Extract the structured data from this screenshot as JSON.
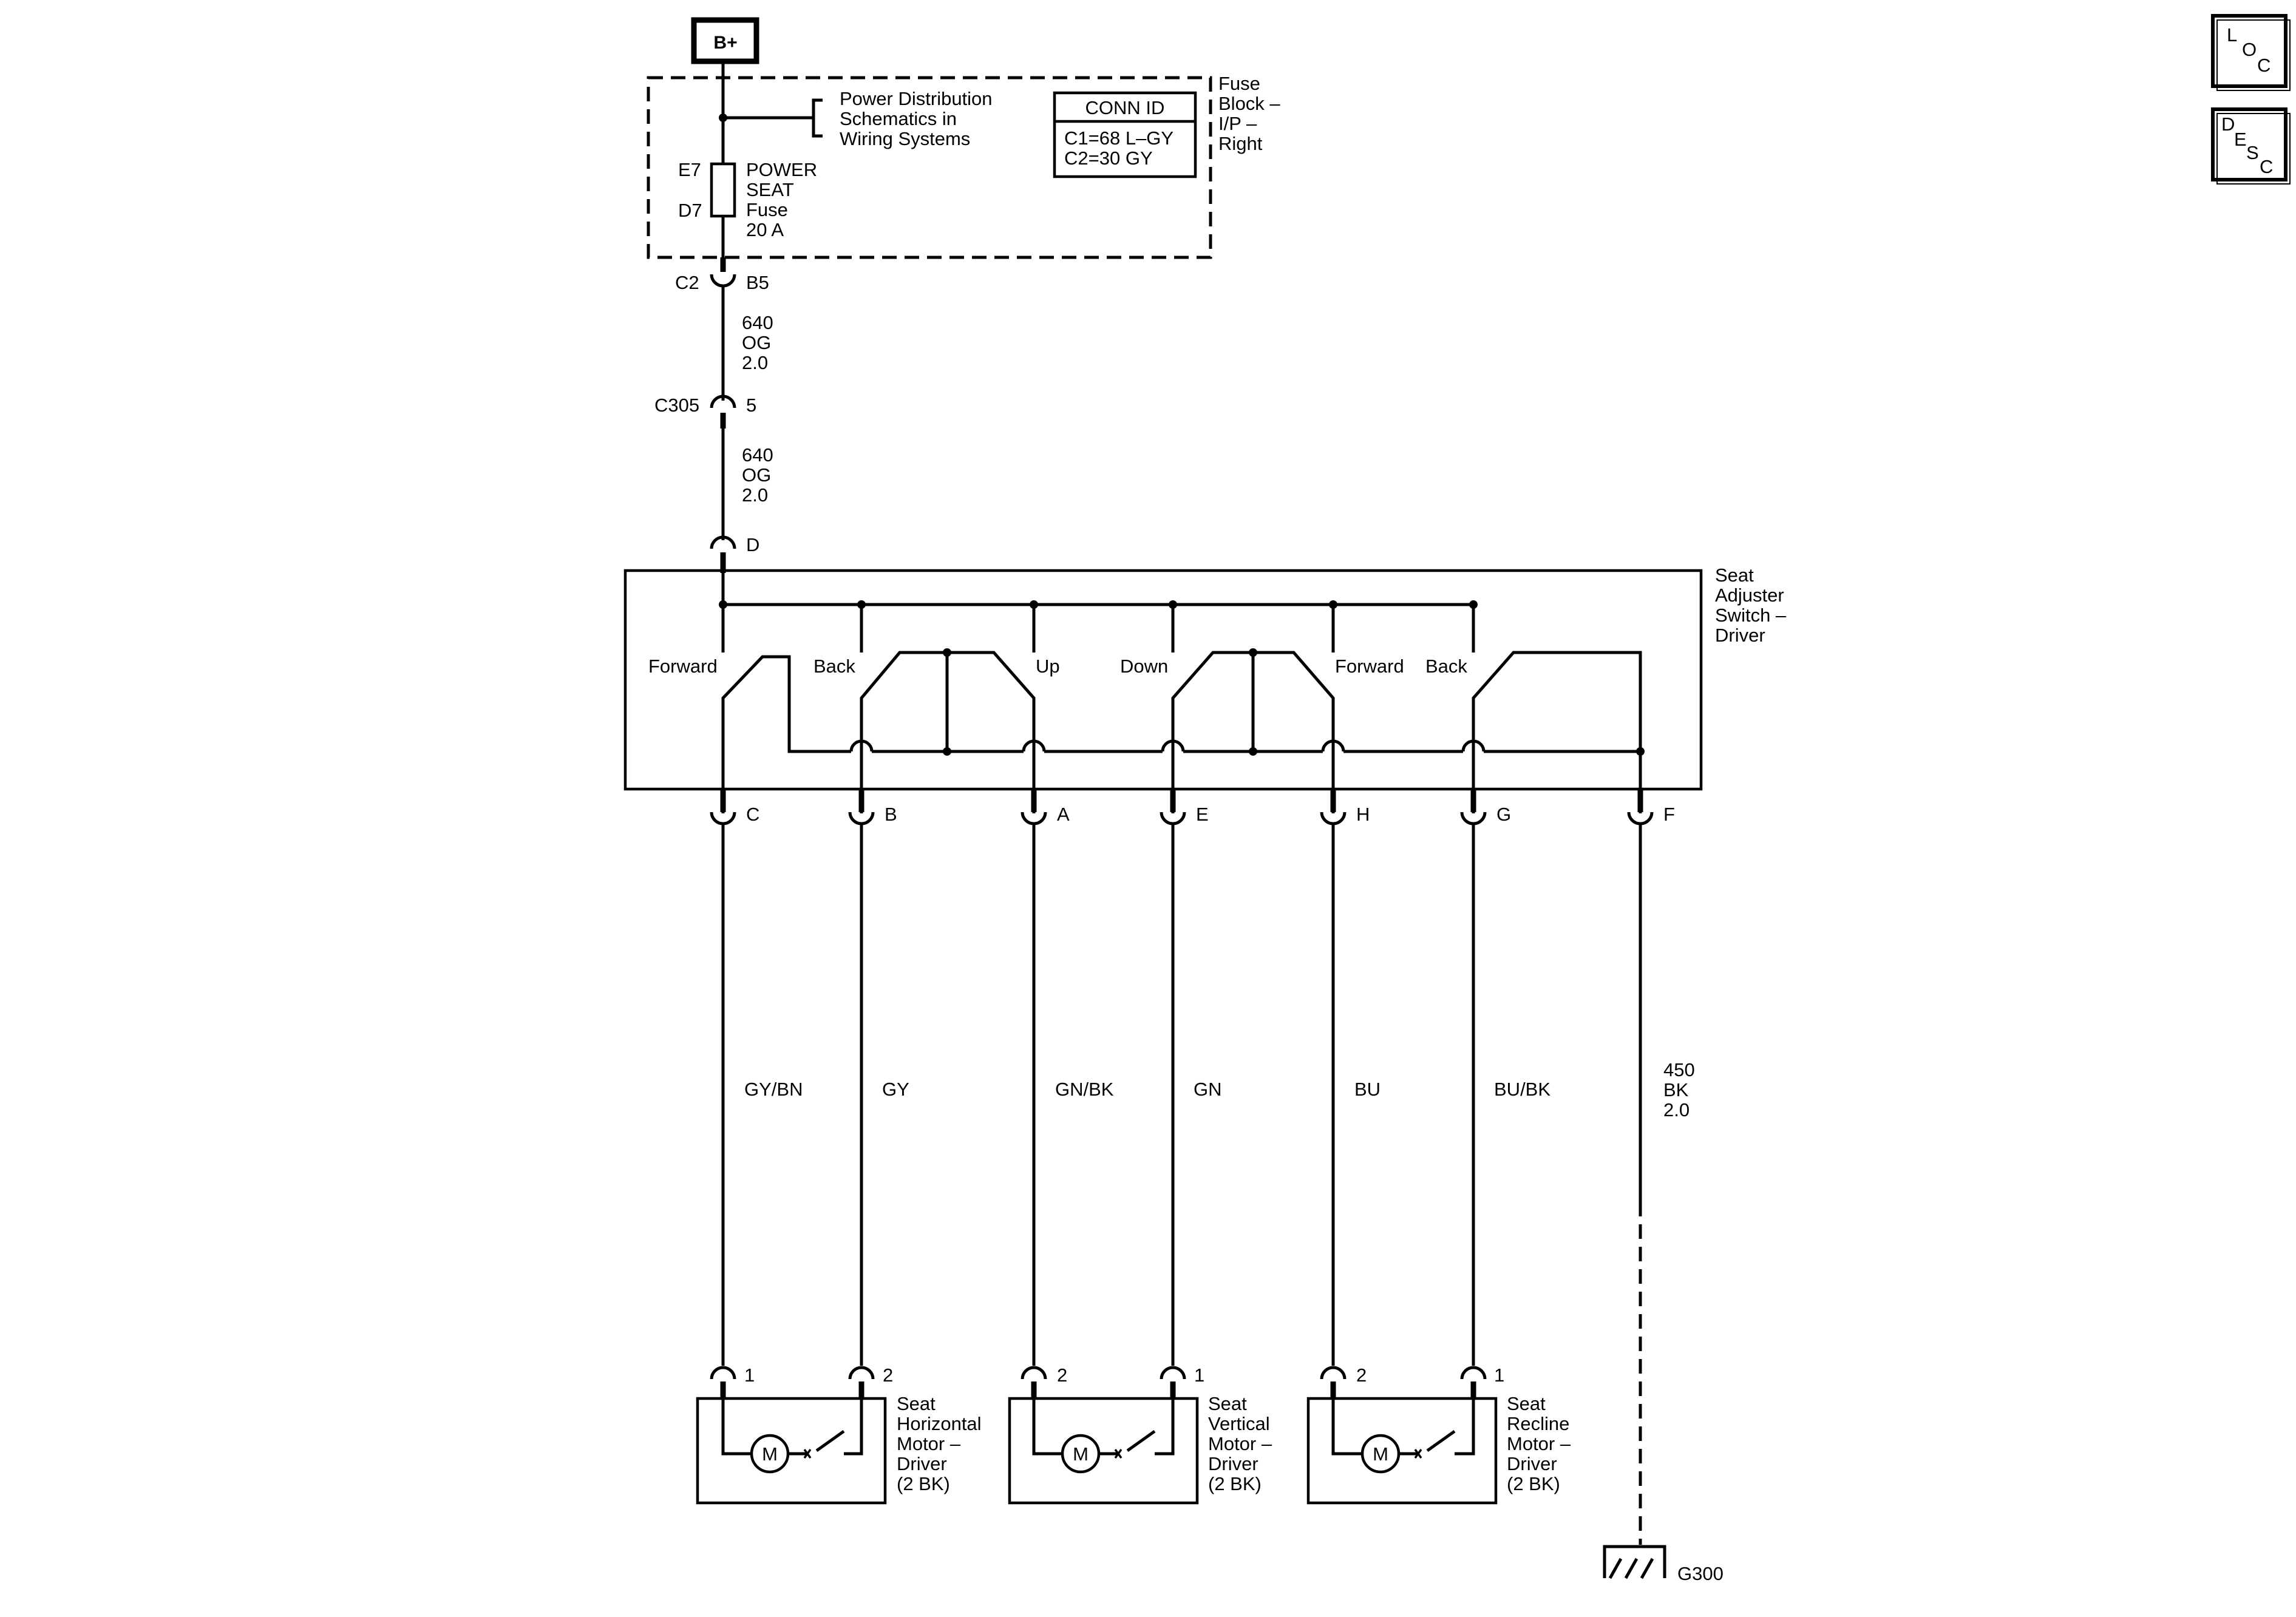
{
  "power_source": {
    "label": "B+"
  },
  "fuse_block": {
    "name_lines": [
      "Fuse",
      "Block –",
      "I/P –",
      "Right"
    ],
    "reference_lines": [
      "Power Distribution",
      "Schematics in",
      "Wiring Systems"
    ],
    "conn_id": {
      "title": "CONN ID",
      "lines": [
        "C1=68 L–GY",
        "C2=30 GY"
      ]
    },
    "fuse": {
      "pin_top": "E7",
      "pin_bottom": "D7",
      "lines": [
        "POWER",
        "SEAT",
        "Fuse",
        "20 A"
      ]
    }
  },
  "connectors": {
    "c2": {
      "connector": "C2",
      "pin": "B5"
    },
    "c305": {
      "connector": "C305",
      "pin": "5"
    }
  },
  "wires": {
    "feed_upper": {
      "lines": [
        "640",
        "OG",
        "2.0"
      ]
    },
    "feed_lower": {
      "lines": [
        "640",
        "OG",
        "2.0"
      ]
    },
    "ground": {
      "lines": [
        "450",
        "BK",
        "2.0"
      ]
    },
    "motor_wires": [
      "GY/BN",
      "GY",
      "GN/BK",
      "GN",
      "BU",
      "BU/BK"
    ]
  },
  "seat_switch": {
    "name_lines": [
      "Seat",
      "Adjuster",
      "Switch –",
      "Driver"
    ],
    "input_pin": "D",
    "positions": [
      "Forward",
      "Back",
      "Up",
      "Down",
      "Forward",
      "Back"
    ],
    "output_pins": [
      "C",
      "B",
      "A",
      "E",
      "H",
      "G",
      "F"
    ]
  },
  "motors": [
    {
      "pins": [
        "1",
        "2"
      ],
      "symbol": "M",
      "name_lines": [
        "Seat",
        "Horizontal",
        "Motor –",
        "Driver",
        "(2 BK)"
      ]
    },
    {
      "pins": [
        "2",
        "1"
      ],
      "symbol": "M",
      "name_lines": [
        "Seat",
        "Vertical",
        "Motor –",
        "Driver",
        "(2 BK)"
      ]
    },
    {
      "pins": [
        "2",
        "1"
      ],
      "symbol": "M",
      "name_lines": [
        "Seat",
        "Recline",
        "Motor –",
        "Driver",
        "(2 BK)"
      ]
    }
  ],
  "ground_point": {
    "label": "G300"
  },
  "side_buttons": {
    "loc": {
      "letters": [
        "L",
        "O",
        "C"
      ]
    },
    "desc": {
      "letters": [
        "D",
        "E",
        "S",
        "C"
      ]
    }
  }
}
